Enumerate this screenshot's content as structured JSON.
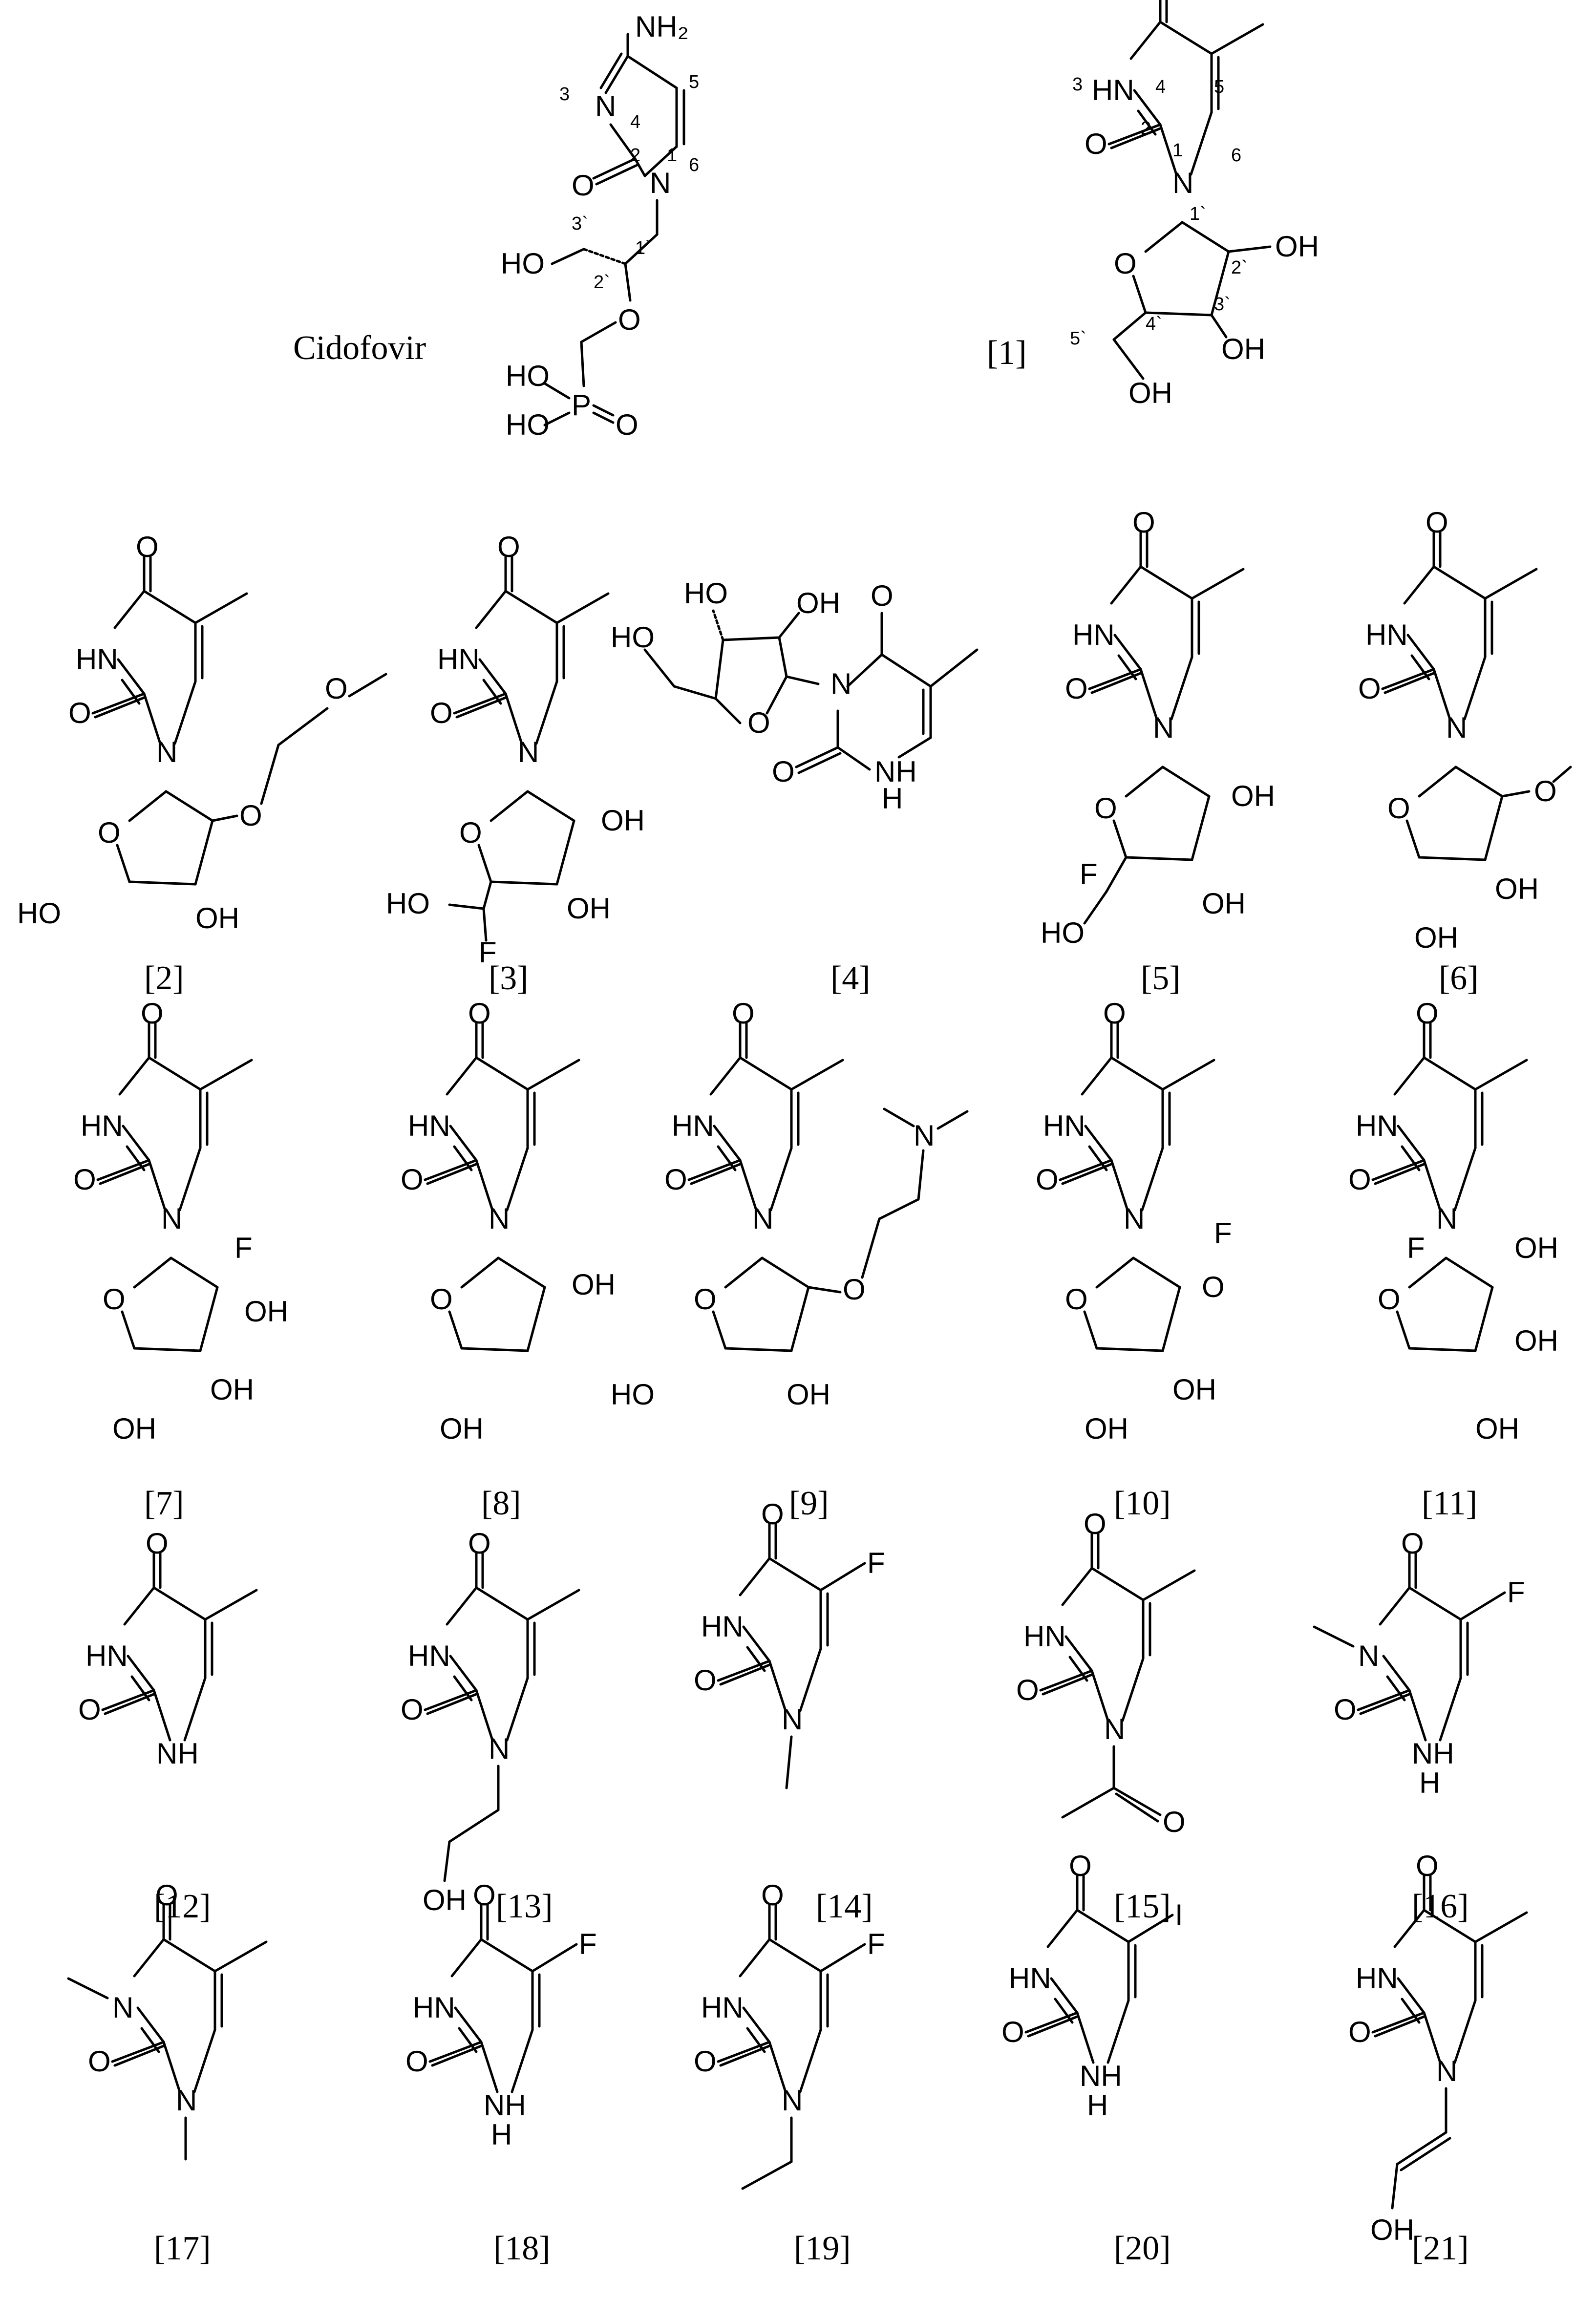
{
  "figure": {
    "cidofovir_name": "Cidofovir",
    "compound_labels": [
      "[1]",
      "[2]",
      "[3]",
      "[4]",
      "[5]",
      "[6]",
      "[7]",
      "[8]",
      "[9]",
      "[10]",
      "[11]",
      "[12]",
      "[13]",
      "[14]",
      "[15]",
      "[16]",
      "[17]",
      "[18]",
      "[19]",
      "[20]",
      "[21]"
    ],
    "atoms": {
      "O": "O",
      "N": "N",
      "HN": "HN",
      "NH": "NH",
      "H": "H",
      "N_me2": "N",
      "F": "F",
      "I": "I",
      "P": "P",
      "OH": "OH",
      "HO": "HO",
      "NH2": "NH₂"
    },
    "locants": {
      "one": "1",
      "two": "2",
      "three": "3",
      "four": "4",
      "five": "5",
      "six": "6",
      "one_p": "1`",
      "two_p": "2`",
      "three_p": "3`",
      "four_p": "4`",
      "five_p": "5`"
    }
  },
  "colors": {
    "ink": "#000000",
    "background": "#ffffff"
  }
}
